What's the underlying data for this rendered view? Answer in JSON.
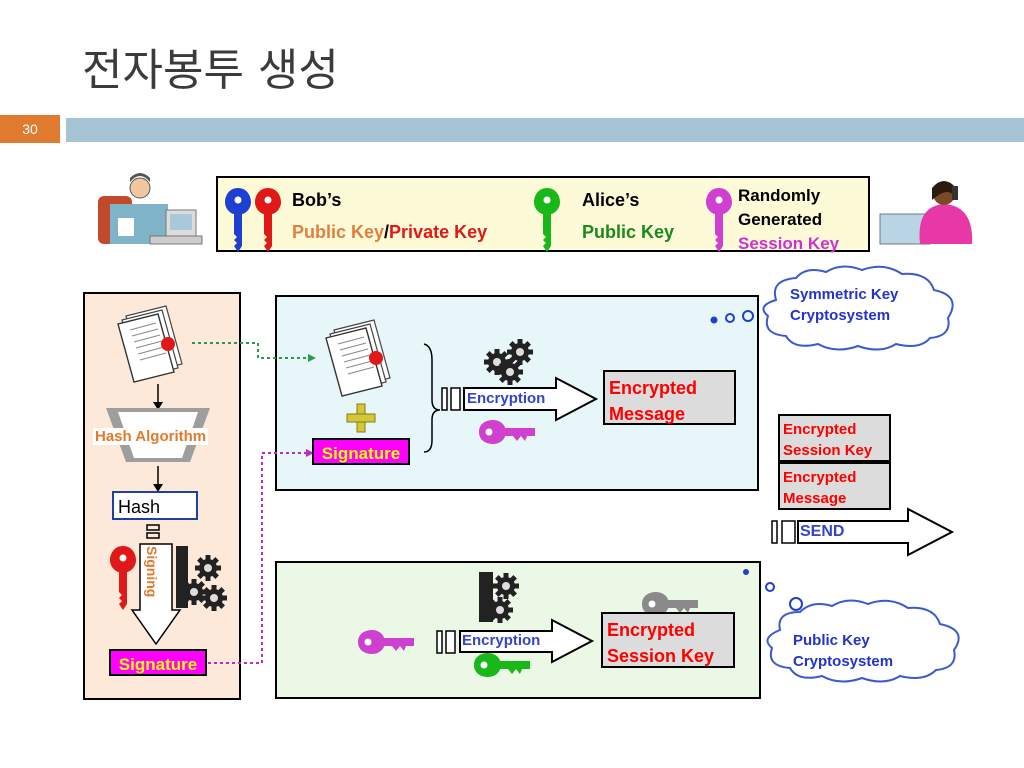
{
  "title": "전자봉투 생성",
  "slide_number": "30",
  "legend": {
    "bob_title": "Bob’s",
    "bob_public": "Public Key",
    "bob_sep": "/",
    "bob_private": "Private Key",
    "alice_title": "Alice’s",
    "alice_public": "Public Key",
    "random_line1": "Randomly",
    "random_line2": "Generated",
    "random_line3": "Session Key"
  },
  "signing_panel": {
    "hash_algorithm": "Hash Algorithm",
    "hash": "Hash",
    "signing": "Signing",
    "signature": "Signature"
  },
  "symmetric_panel": {
    "signature": "Signature",
    "encryption": "Encryption",
    "encrypted_message_line1": "Encrypted",
    "encrypted_message_line2": "Message"
  },
  "public_key_panel": {
    "encryption": "Encryption",
    "encrypted_session_key_line1": "Encrypted",
    "encrypted_session_key_line2": "Session Key"
  },
  "bundle": {
    "session_key_line1": "Encrypted",
    "session_key_line2": "Session Key",
    "message_line1": "Encrypted",
    "message_line2": "Message",
    "send": "SEND"
  },
  "clouds": {
    "symmetric_line1": "Symmetric Key",
    "symmetric_line2": "Cryptosystem",
    "public_line1": "Public Key",
    "public_line2": "Cryptosystem"
  },
  "colors": {
    "bob_public_key": "#1f3fd0",
    "bob_private_key": "#e01818",
    "alice_public_key": "#18b818",
    "session_key": "#d040d0",
    "header_bar": "#a7c3d6",
    "slide_number_bg": "#e07a2e"
  }
}
